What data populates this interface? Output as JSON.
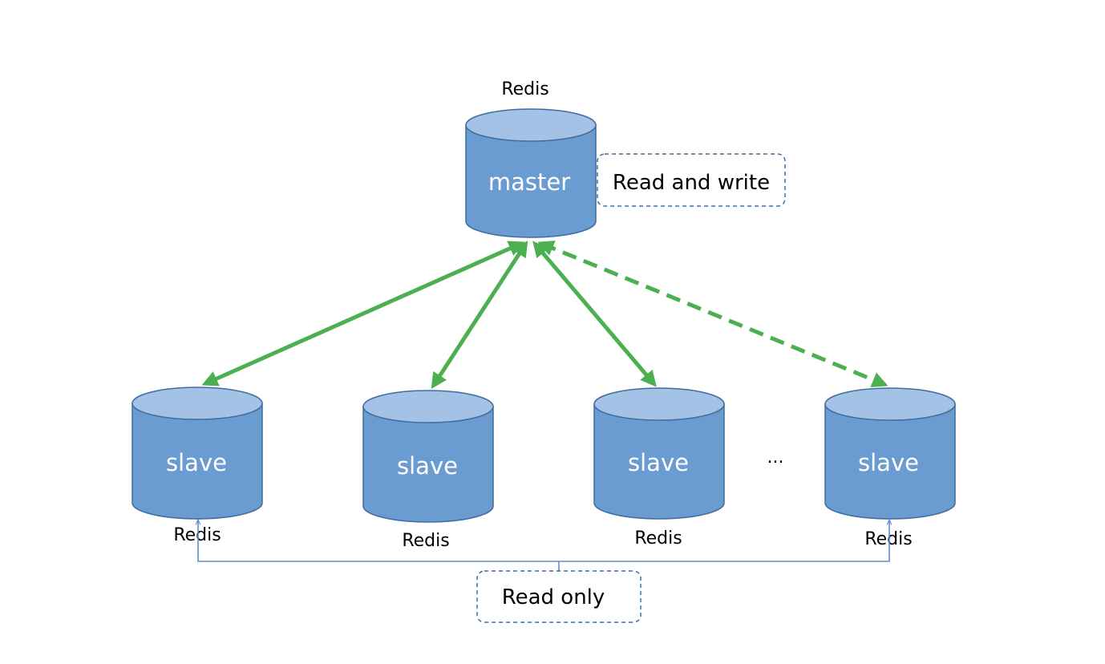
{
  "master": {
    "caption": "Redis",
    "label": "master",
    "note": "Read and write"
  },
  "slaves": [
    {
      "label": "slave",
      "caption": "Redis"
    },
    {
      "label": "slave",
      "caption": "Redis"
    },
    {
      "label": "slave",
      "caption": "Redis"
    },
    {
      "label": "slave",
      "caption": "Redis"
    }
  ],
  "ellipsis": "...",
  "read_note": "Read only",
  "colors": {
    "db_body": "#6a9bd1",
    "db_top": "#a4c2e6",
    "db_stroke": "#3f6d9e",
    "sync_arrow": "#4caf50",
    "read_line": "#5b8fd0",
    "note_border": "#3f6d9e"
  }
}
